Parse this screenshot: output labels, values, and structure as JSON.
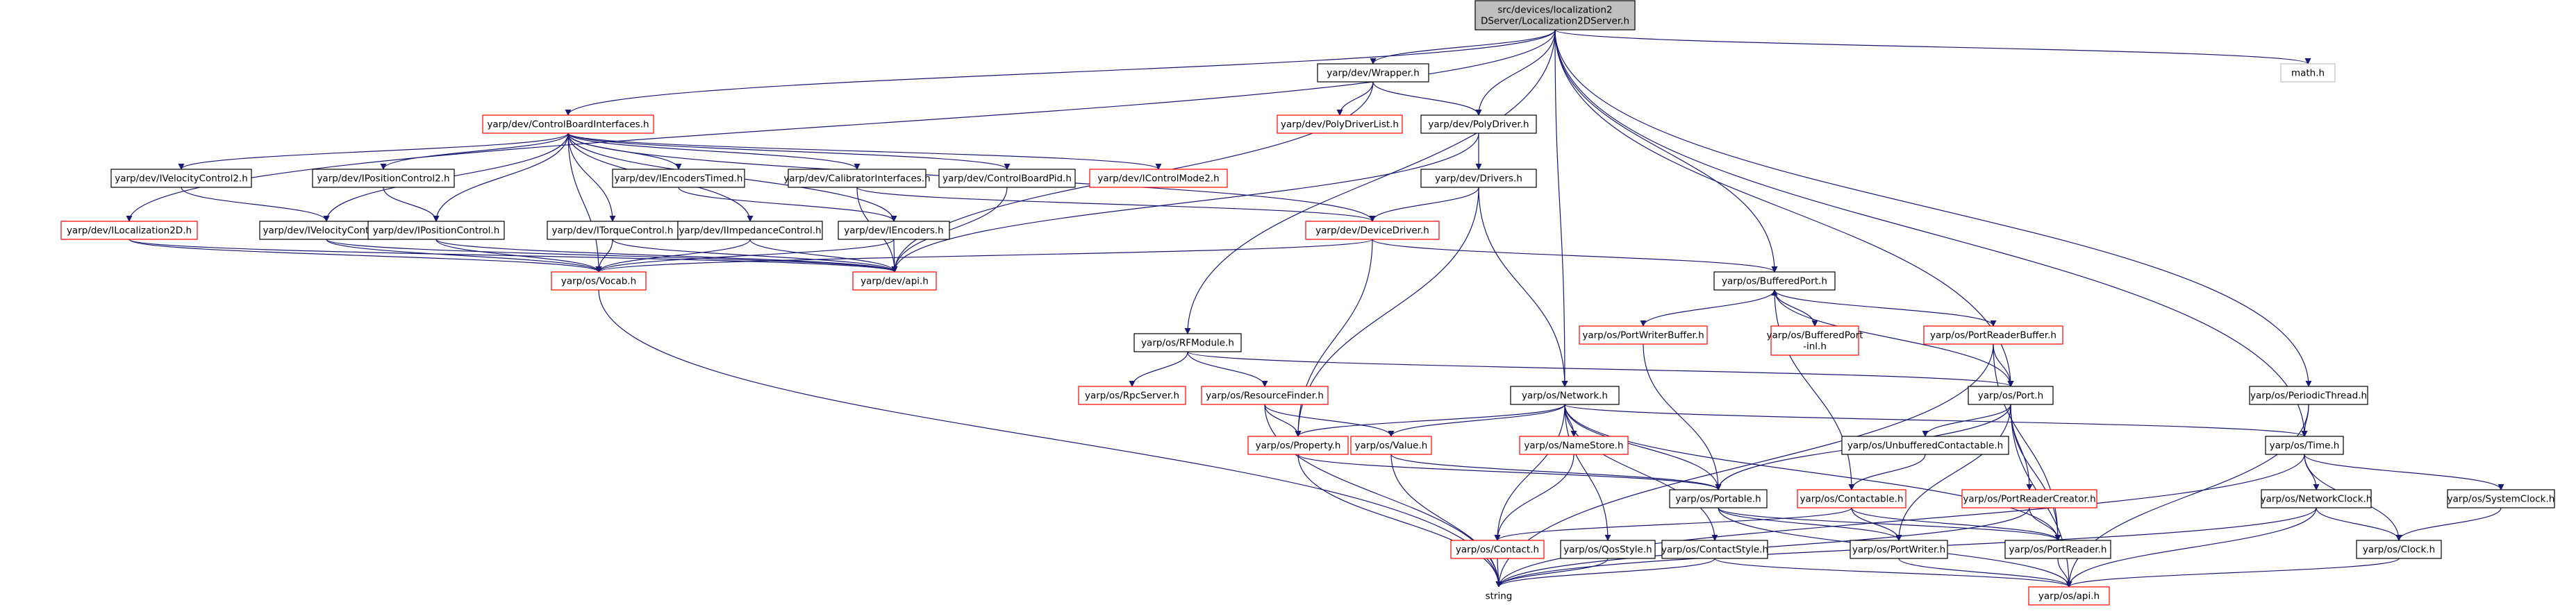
{
  "colors": {
    "edge": "#191970",
    "box_default": "#000000",
    "box_missing": "#ff0000",
    "box_root_fill": "#bfbfbf",
    "box_system": "#bfbfbf",
    "text": "#000000"
  },
  "nodes": [
    {
      "id": "root",
      "lines": [
        "src/devices/localization2",
        "DServer/Localization2DServer.h"
      ],
      "style": "root"
    },
    {
      "id": "wrapper",
      "lines": [
        "yarp/dev/Wrapper.h"
      ],
      "style": "default"
    },
    {
      "id": "math",
      "lines": [
        "math.h"
      ],
      "style": "system"
    },
    {
      "id": "cbi",
      "lines": [
        "yarp/dev/ControlBoardInterfaces.h"
      ],
      "style": "missing"
    },
    {
      "id": "polydriverlist",
      "lines": [
        "yarp/dev/PolyDriverList.h"
      ],
      "style": "missing"
    },
    {
      "id": "polydriver",
      "lines": [
        "yarp/dev/PolyDriver.h"
      ],
      "style": "default"
    },
    {
      "id": "ivel2",
      "lines": [
        "yarp/dev/IVelocityControl2.h"
      ],
      "style": "default"
    },
    {
      "id": "ipos2",
      "lines": [
        "yarp/dev/IPositionControl2.h"
      ],
      "style": "default"
    },
    {
      "id": "ienctimed",
      "lines": [
        "yarp/dev/IEncodersTimed.h"
      ],
      "style": "default"
    },
    {
      "id": "calib",
      "lines": [
        "yarp/dev/CalibratorInterfaces.h"
      ],
      "style": "default"
    },
    {
      "id": "cbpid",
      "lines": [
        "yarp/dev/ControlBoardPid.h"
      ],
      "style": "default"
    },
    {
      "id": "icm2",
      "lines": [
        "yarp/dev/IControlMode2.h"
      ],
      "style": "missing"
    },
    {
      "id": "drivers",
      "lines": [
        "yarp/dev/Drivers.h"
      ],
      "style": "default"
    },
    {
      "id": "iloc2d",
      "lines": [
        "yarp/dev/ILocalization2D.h"
      ],
      "style": "missing"
    },
    {
      "id": "ivel",
      "lines": [
        "yarp/dev/IVelocityControl.h"
      ],
      "style": "default"
    },
    {
      "id": "ipos",
      "lines": [
        "yarp/dev/IPositionControl.h"
      ],
      "style": "default"
    },
    {
      "id": "itorque",
      "lines": [
        "yarp/dev/ITorqueControl.h"
      ],
      "style": "default"
    },
    {
      "id": "iimp",
      "lines": [
        "yarp/dev/IImpedanceControl.h"
      ],
      "style": "default"
    },
    {
      "id": "ienc",
      "lines": [
        "yarp/dev/IEncoders.h"
      ],
      "style": "default"
    },
    {
      "id": "devdriver",
      "lines": [
        "yarp/dev/DeviceDriver.h"
      ],
      "style": "missing"
    },
    {
      "id": "vocab",
      "lines": [
        "yarp/os/Vocab.h"
      ],
      "style": "missing"
    },
    {
      "id": "devapi",
      "lines": [
        "yarp/dev/api.h"
      ],
      "style": "missing"
    },
    {
      "id": "bufport",
      "lines": [
        "yarp/os/BufferedPort.h"
      ],
      "style": "default"
    },
    {
      "id": "pwb",
      "lines": [
        "yarp/os/PortWriterBuffer.h"
      ],
      "style": "missing"
    },
    {
      "id": "bpinl",
      "lines": [
        "yarp/os/BufferedPort",
        "-inl.h"
      ],
      "style": "missing"
    },
    {
      "id": "prb",
      "lines": [
        "yarp/os/PortReaderBuffer.h"
      ],
      "style": "missing"
    },
    {
      "id": "rfmodule",
      "lines": [
        "yarp/os/RFModule.h"
      ],
      "style": "default"
    },
    {
      "id": "rpcserver",
      "lines": [
        "yarp/os/RpcServer.h"
      ],
      "style": "missing"
    },
    {
      "id": "resfinder",
      "lines": [
        "yarp/os/ResourceFinder.h"
      ],
      "style": "missing"
    },
    {
      "id": "network",
      "lines": [
        "yarp/os/Network.h"
      ],
      "style": "default"
    },
    {
      "id": "port",
      "lines": [
        "yarp/os/Port.h"
      ],
      "style": "default"
    },
    {
      "id": "periodic",
      "lines": [
        "yarp/os/PeriodicThread.h"
      ],
      "style": "default"
    },
    {
      "id": "property",
      "lines": [
        "yarp/os/Property.h"
      ],
      "style": "missing"
    },
    {
      "id": "value",
      "lines": [
        "yarp/os/Value.h"
      ],
      "style": "missing"
    },
    {
      "id": "namestore",
      "lines": [
        "yarp/os/NameStore.h"
      ],
      "style": "missing"
    },
    {
      "id": "unbuf",
      "lines": [
        "yarp/os/UnbufferedContactable.h"
      ],
      "style": "default"
    },
    {
      "id": "time",
      "lines": [
        "yarp/os/Time.h"
      ],
      "style": "default"
    },
    {
      "id": "portable",
      "lines": [
        "yarp/os/Portable.h"
      ],
      "style": "default"
    },
    {
      "id": "contactable",
      "lines": [
        "yarp/os/Contactable.h"
      ],
      "style": "missing"
    },
    {
      "id": "prc",
      "lines": [
        "yarp/os/PortReaderCreator.h"
      ],
      "style": "missing"
    },
    {
      "id": "netclock",
      "lines": [
        "yarp/os/NetworkClock.h"
      ],
      "style": "default"
    },
    {
      "id": "sysclock",
      "lines": [
        "yarp/os/SystemClock.h"
      ],
      "style": "default"
    },
    {
      "id": "contact",
      "lines": [
        "yarp/os/Contact.h"
      ],
      "style": "missing"
    },
    {
      "id": "qos",
      "lines": [
        "yarp/os/QosStyle.h"
      ],
      "style": "default"
    },
    {
      "id": "contactstyle",
      "lines": [
        "yarp/os/ContactStyle.h"
      ],
      "style": "default"
    },
    {
      "id": "portwriter",
      "lines": [
        "yarp/os/PortWriter.h"
      ],
      "style": "default"
    },
    {
      "id": "portreader",
      "lines": [
        "yarp/os/PortReader.h"
      ],
      "style": "default"
    },
    {
      "id": "clock",
      "lines": [
        "yarp/os/Clock.h"
      ],
      "style": "default"
    },
    {
      "id": "string",
      "lines": [
        "string"
      ],
      "style": "plain"
    },
    {
      "id": "osapi",
      "lines": [
        "yarp/os/api.h"
      ],
      "style": "missing"
    }
  ],
  "edges": [
    [
      "root",
      "wrapper"
    ],
    [
      "root",
      "math"
    ],
    [
      "root",
      "cbi"
    ],
    [
      "root",
      "polydriver"
    ],
    [
      "root",
      "iloc2d"
    ],
    [
      "root",
      "rfmodule"
    ],
    [
      "root",
      "bufport"
    ],
    [
      "root",
      "network"
    ],
    [
      "root",
      "port"
    ],
    [
      "root",
      "periodic"
    ],
    [
      "root",
      "time"
    ],
    [
      "wrapper",
      "polydriverlist"
    ],
    [
      "wrapper",
      "polydriver"
    ],
    [
      "wrapper",
      "devapi"
    ],
    [
      "polydriver",
      "drivers"
    ],
    [
      "polydriver",
      "devapi"
    ],
    [
      "cbi",
      "ivel2"
    ],
    [
      "cbi",
      "ipos2"
    ],
    [
      "cbi",
      "ienctimed"
    ],
    [
      "cbi",
      "calib"
    ],
    [
      "cbi",
      "cbpid"
    ],
    [
      "cbi",
      "icm2"
    ],
    [
      "cbi",
      "ivel"
    ],
    [
      "cbi",
      "ipos"
    ],
    [
      "cbi",
      "itorque"
    ],
    [
      "cbi",
      "iimp"
    ],
    [
      "cbi",
      "vocab"
    ],
    [
      "cbi",
      "devdriver"
    ],
    [
      "cbi",
      "ienc"
    ],
    [
      "ivel2",
      "ivel"
    ],
    [
      "ipos2",
      "ipos"
    ],
    [
      "ienctimed",
      "ienc"
    ],
    [
      "calib",
      "devdriver"
    ],
    [
      "calib",
      "devapi"
    ],
    [
      "cbpid",
      "devapi"
    ],
    [
      "drivers",
      "devdriver"
    ],
    [
      "drivers",
      "network"
    ],
    [
      "drivers",
      "property"
    ],
    [
      "iloc2d",
      "vocab"
    ],
    [
      "iloc2d",
      "devapi"
    ],
    [
      "ivel",
      "vocab"
    ],
    [
      "ivel",
      "devapi"
    ],
    [
      "ipos",
      "vocab"
    ],
    [
      "ipos",
      "devapi"
    ],
    [
      "itorque",
      "vocab"
    ],
    [
      "itorque",
      "devapi"
    ],
    [
      "iimp",
      "vocab"
    ],
    [
      "iimp",
      "devapi"
    ],
    [
      "ienc",
      "vocab"
    ],
    [
      "ienc",
      "devapi"
    ],
    [
      "devdriver",
      "bufport"
    ],
    [
      "devdriver",
      "property"
    ],
    [
      "devdriver",
      "vocab"
    ],
    [
      "vocab",
      "string"
    ],
    [
      "bufport",
      "pwb"
    ],
    [
      "bufport",
      "bpinl"
    ],
    [
      "bufport",
      "prb"
    ],
    [
      "bufport",
      "port"
    ],
    [
      "bufport",
      "contactable"
    ],
    [
      "bpinl",
      "bufport"
    ],
    [
      "pwb",
      "portable"
    ],
    [
      "prb",
      "port"
    ],
    [
      "prb",
      "portreader"
    ],
    [
      "prb",
      "string"
    ],
    [
      "rfmodule",
      "rpcserver"
    ],
    [
      "rfmodule",
      "resfinder"
    ],
    [
      "rfmodule",
      "port"
    ],
    [
      "resfinder",
      "property"
    ],
    [
      "resfinder",
      "value"
    ],
    [
      "resfinder",
      "string"
    ],
    [
      "network",
      "property"
    ],
    [
      "network",
      "value"
    ],
    [
      "network",
      "namestore"
    ],
    [
      "network",
      "portable"
    ],
    [
      "network",
      "contact"
    ],
    [
      "network",
      "qos"
    ],
    [
      "network",
      "contactstyle"
    ],
    [
      "network",
      "time"
    ],
    [
      "network",
      "portreader"
    ],
    [
      "port",
      "unbuf"
    ],
    [
      "port",
      "portable"
    ],
    [
      "port",
      "prc"
    ],
    [
      "port",
      "portwriter"
    ],
    [
      "port",
      "portreader"
    ],
    [
      "port",
      "osapi"
    ],
    [
      "periodic",
      "time"
    ],
    [
      "periodic",
      "osapi"
    ],
    [
      "property",
      "portable"
    ],
    [
      "property",
      "string"
    ],
    [
      "value",
      "portable"
    ],
    [
      "value",
      "string"
    ],
    [
      "namestore",
      "contact"
    ],
    [
      "unbuf",
      "contactable"
    ],
    [
      "time",
      "netclock"
    ],
    [
      "time",
      "sysclock"
    ],
    [
      "time",
      "clock"
    ],
    [
      "time",
      "string"
    ],
    [
      "portable",
      "portwriter"
    ],
    [
      "portable",
      "portreader"
    ],
    [
      "portable",
      "osapi"
    ],
    [
      "contactable",
      "contact"
    ],
    [
      "contactable",
      "portwriter"
    ],
    [
      "contactable",
      "portreader"
    ],
    [
      "prc",
      "portreader"
    ],
    [
      "prc",
      "string"
    ],
    [
      "netclock",
      "clock"
    ],
    [
      "netclock",
      "string"
    ],
    [
      "netclock",
      "osapi"
    ],
    [
      "sysclock",
      "clock"
    ],
    [
      "contact",
      "string"
    ],
    [
      "qos",
      "string"
    ],
    [
      "contactstyle",
      "string"
    ],
    [
      "contactstyle",
      "osapi"
    ],
    [
      "portwriter",
      "osapi"
    ],
    [
      "portreader",
      "osapi"
    ],
    [
      "clock",
      "osapi"
    ]
  ]
}
